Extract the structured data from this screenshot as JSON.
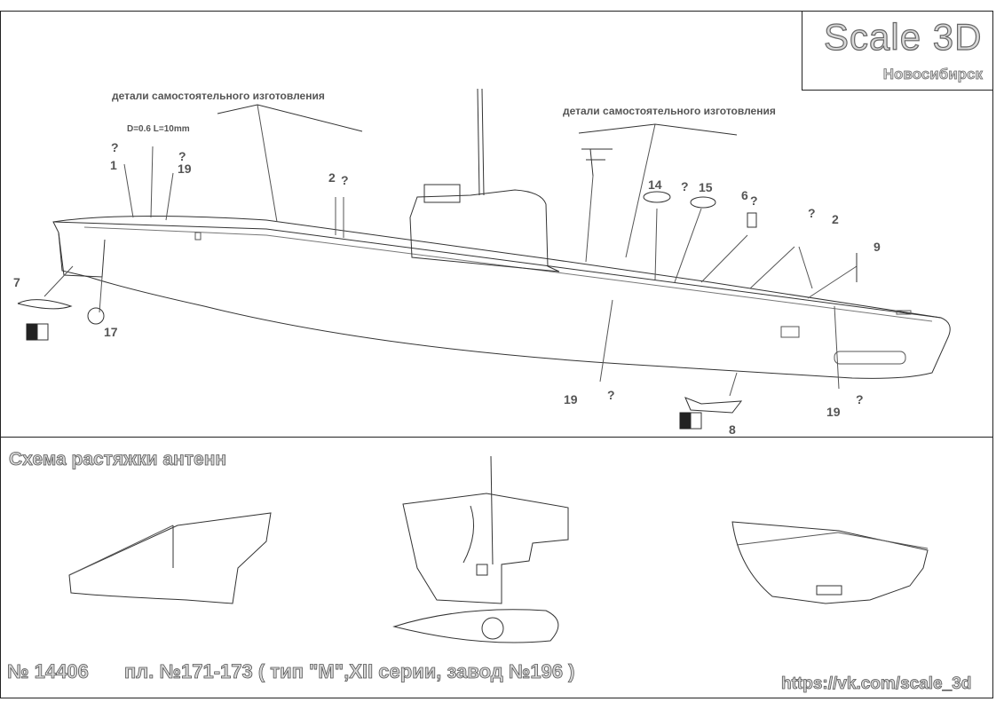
{
  "logo": {
    "title": "Scale 3D",
    "city": "Новосибирск"
  },
  "labels": {
    "self_made_left": "детали самостоятельного изготовления",
    "self_made_right": "детали самостоятельного изготовления",
    "dimension": "D=0.6 L=10mm",
    "scheme_title": "Схема растяжки антенн",
    "catalog_number": "№ 14406",
    "model_name": "пл. №171-173 ( тип \"М\",XII серии, завод №196 )",
    "url": "https://vk.com/scale_3d"
  },
  "part_numbers": {
    "n1": "1",
    "n19a": "19",
    "n2a": "2",
    "n14": "14",
    "n15": "15",
    "n6": "6",
    "n2b": "2",
    "n9": "9",
    "n7": "7",
    "n17": "17",
    "n19b": "19",
    "n8": "8",
    "n19c": "19"
  },
  "question_mark": "?",
  "icons": [
    "arrow-glyph-icon-left",
    "arrow-glyph-icon-bottom"
  ]
}
